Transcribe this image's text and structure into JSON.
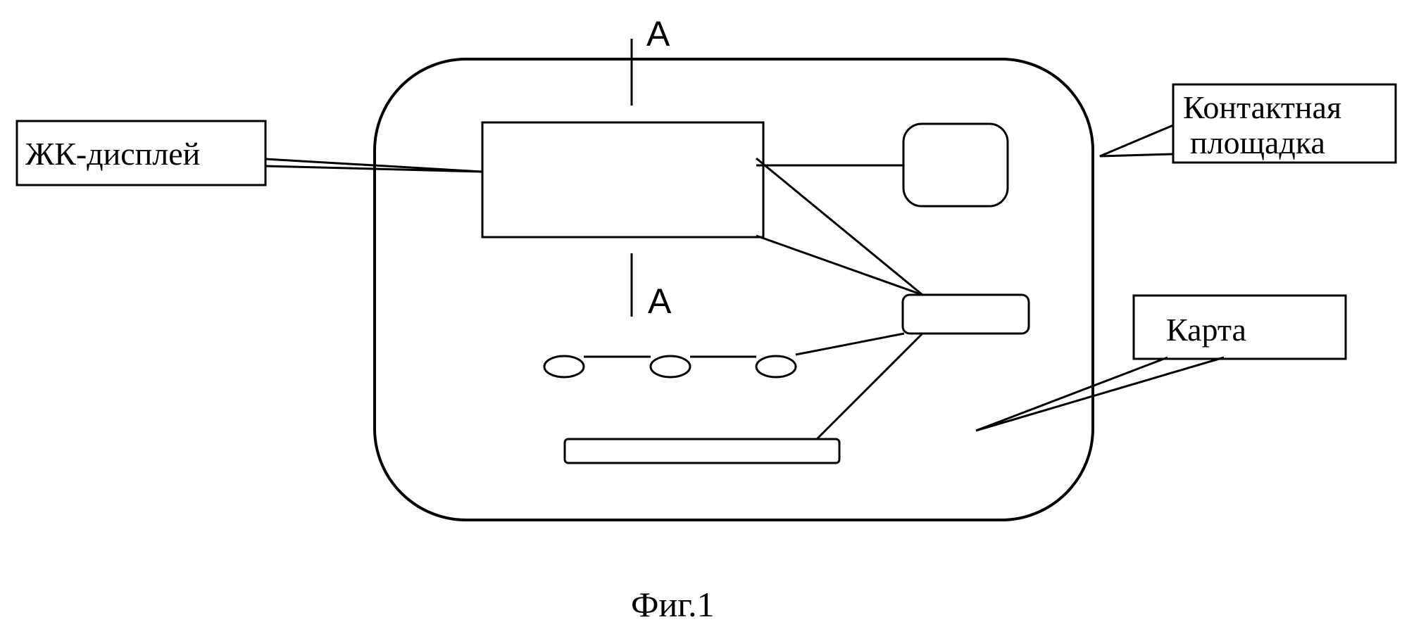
{
  "labels": {
    "lcd_display": "ЖК-дисплей",
    "contact_pad_line1": "Контактная",
    "contact_pad_line2": "площадка",
    "card": "Карта"
  },
  "section_marks": {
    "top": "A",
    "bottom": "A"
  },
  "caption": "Фиг.1"
}
